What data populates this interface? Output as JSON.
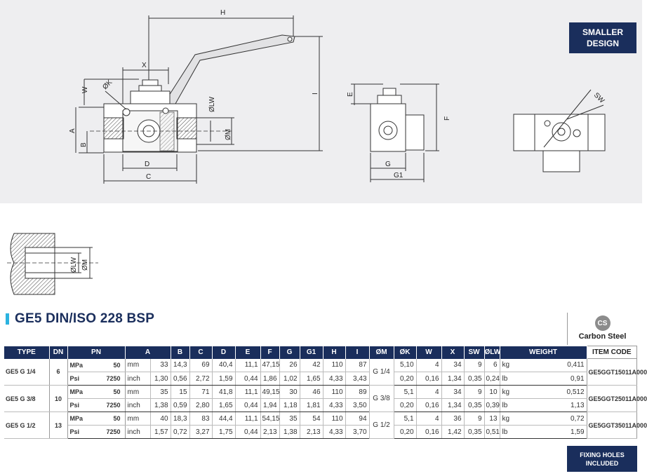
{
  "badge_smaller": {
    "line1": "SMALLER",
    "line2": "DESIGN"
  },
  "drawing_labels": {
    "H": "H",
    "X": "X",
    "W": "W",
    "OK": "ØK",
    "A": "A",
    "B": "B",
    "D": "D",
    "C": "C",
    "OLW": "ØLW",
    "OM": "ØM",
    "I": "I",
    "E": "E",
    "F": "F",
    "G": "G",
    "G1": "G1",
    "SW": "SW"
  },
  "port_labels": {
    "OLW": "ØLW",
    "OM": "ØM"
  },
  "title": "GE5 DIN/ISO 228 BSP",
  "material": {
    "badge": "CS",
    "name": "Carbon Steel"
  },
  "headers": [
    "TYPE",
    "DN",
    "PN",
    "A",
    "B",
    "C",
    "D",
    "E",
    "F",
    "G",
    "G1",
    "H",
    "I",
    "ØM",
    "ØK",
    "W",
    "X",
    "SW",
    "ØLW",
    "WEIGHT",
    "ITEM CODE"
  ],
  "rows": [
    {
      "type": "GE5 G 1/4",
      "dn": "6",
      "om": "G 1/4",
      "code": "GE5GGT15011A000",
      "mm": {
        "pn_unit": "MPa",
        "pn": "50",
        "unit": "mm",
        "vals": [
          "33",
          "14,3",
          "69",
          "40,4",
          "11,1",
          "47,15",
          "26",
          "42",
          "110",
          "87"
        ],
        "vals2": [
          "5,10",
          "4",
          "34",
          "9",
          "6"
        ],
        "w_unit": "kg",
        "w": "0,411"
      },
      "inch": {
        "pn_unit": "Psi",
        "pn": "7250",
        "unit": "inch",
        "vals": [
          "1,30",
          "0,56",
          "2,72",
          "1,59",
          "0,44",
          "1,86",
          "1,02",
          "1,65",
          "4,33",
          "3,43"
        ],
        "vals2": [
          "0,20",
          "0,16",
          "1,34",
          "0,35",
          "0,24"
        ],
        "w_unit": "lb",
        "w": "0,91"
      }
    },
    {
      "type": "GE5 G 3/8",
      "dn": "10",
      "om": "G 3/8",
      "code": "GE5GGT25011A000",
      "mm": {
        "pn_unit": "MPa",
        "pn": "50",
        "unit": "mm",
        "vals": [
          "35",
          "15",
          "71",
          "41,8",
          "11,1",
          "49,15",
          "30",
          "46",
          "110",
          "89"
        ],
        "vals2": [
          "5,1",
          "4",
          "34",
          "9",
          "10"
        ],
        "w_unit": "kg",
        "w": "0,512"
      },
      "inch": {
        "pn_unit": "Psi",
        "pn": "7250",
        "unit": "inch",
        "vals": [
          "1,38",
          "0,59",
          "2,80",
          "1,65",
          "0,44",
          "1,94",
          "1,18",
          "1,81",
          "4,33",
          "3,50"
        ],
        "vals2": [
          "0,20",
          "0,16",
          "1,34",
          "0,35",
          "0,39"
        ],
        "w_unit": "lb",
        "w": "1,13"
      }
    },
    {
      "type": "GE5 G 1/2",
      "dn": "13",
      "om": "G 1/2",
      "code": "GE5GGT35011A000",
      "mm": {
        "pn_unit": "MPa",
        "pn": "50",
        "unit": "mm",
        "vals": [
          "40",
          "18,3",
          "83",
          "44,4",
          "11,1",
          "54,15",
          "35",
          "54",
          "110",
          "94"
        ],
        "vals2": [
          "5,1",
          "4",
          "36",
          "9",
          "13"
        ],
        "w_unit": "kg",
        "w": "0,72"
      },
      "inch": {
        "pn_unit": "Psi",
        "pn": "7250",
        "unit": "inch",
        "vals": [
          "1,57",
          "0,72",
          "3,27",
          "1,75",
          "0,44",
          "2,13",
          "1,38",
          "2,13",
          "4,33",
          "3,70"
        ],
        "vals2": [
          "0,20",
          "0,16",
          "1,42",
          "0,35",
          "0,51"
        ],
        "w_unit": "lb",
        "w": "1,59"
      }
    }
  ],
  "fixing_badge": {
    "line1": "FIXING HOLES",
    "line2": "INCLUDED"
  },
  "colors": {
    "navy": "#1a2e5c",
    "accent": "#2bb3e0",
    "drawing_bg": "#eeeef0"
  }
}
